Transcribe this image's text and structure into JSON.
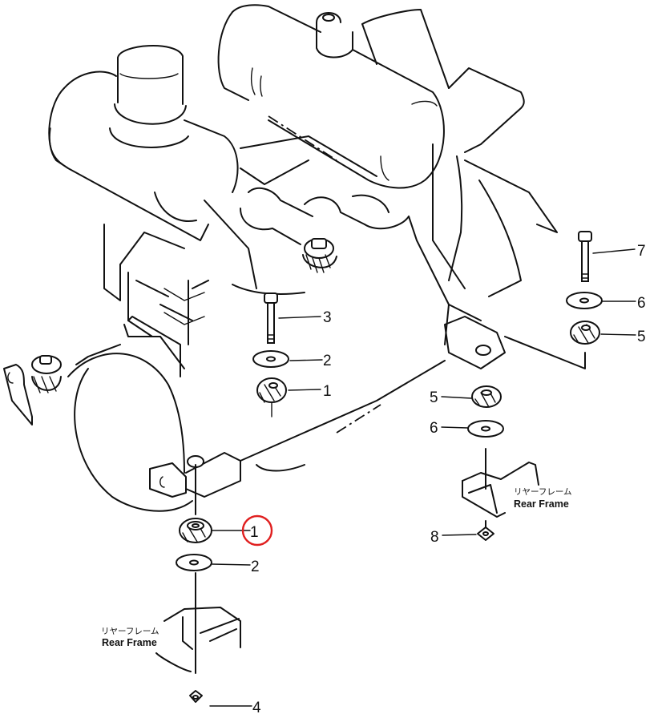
{
  "diagram": {
    "subject": "Engine mount parts exploded view",
    "highlight_color": "#e02020",
    "callouts": [
      {
        "id": "c1-front",
        "number": "1",
        "part": "rubber-mount-cushion",
        "highlighted": true
      },
      {
        "id": "c2-front",
        "number": "2",
        "part": "washer"
      },
      {
        "id": "c4-front",
        "number": "4",
        "part": "nut"
      },
      {
        "id": "c3-mid",
        "number": "3",
        "part": "bolt"
      },
      {
        "id": "c2-mid",
        "number": "2",
        "part": "washer"
      },
      {
        "id": "c1-mid",
        "number": "1",
        "part": "rubber-mount-cushion"
      },
      {
        "id": "c7-right",
        "number": "7",
        "part": "bolt"
      },
      {
        "id": "c6-right",
        "number": "6",
        "part": "washer"
      },
      {
        "id": "c5-right",
        "number": "5",
        "part": "rubber-mount-cushion"
      },
      {
        "id": "c5-rear",
        "number": "5",
        "part": "rubber-mount-cushion"
      },
      {
        "id": "c6-rear",
        "number": "6",
        "part": "washer"
      },
      {
        "id": "c8-rear",
        "number": "8",
        "part": "nut"
      }
    ],
    "frame_labels": [
      {
        "jp": "リヤーフレーム",
        "en": "Rear  Frame"
      },
      {
        "jp": "リヤーフレーム",
        "en": "Rear  Frame"
      }
    ]
  }
}
